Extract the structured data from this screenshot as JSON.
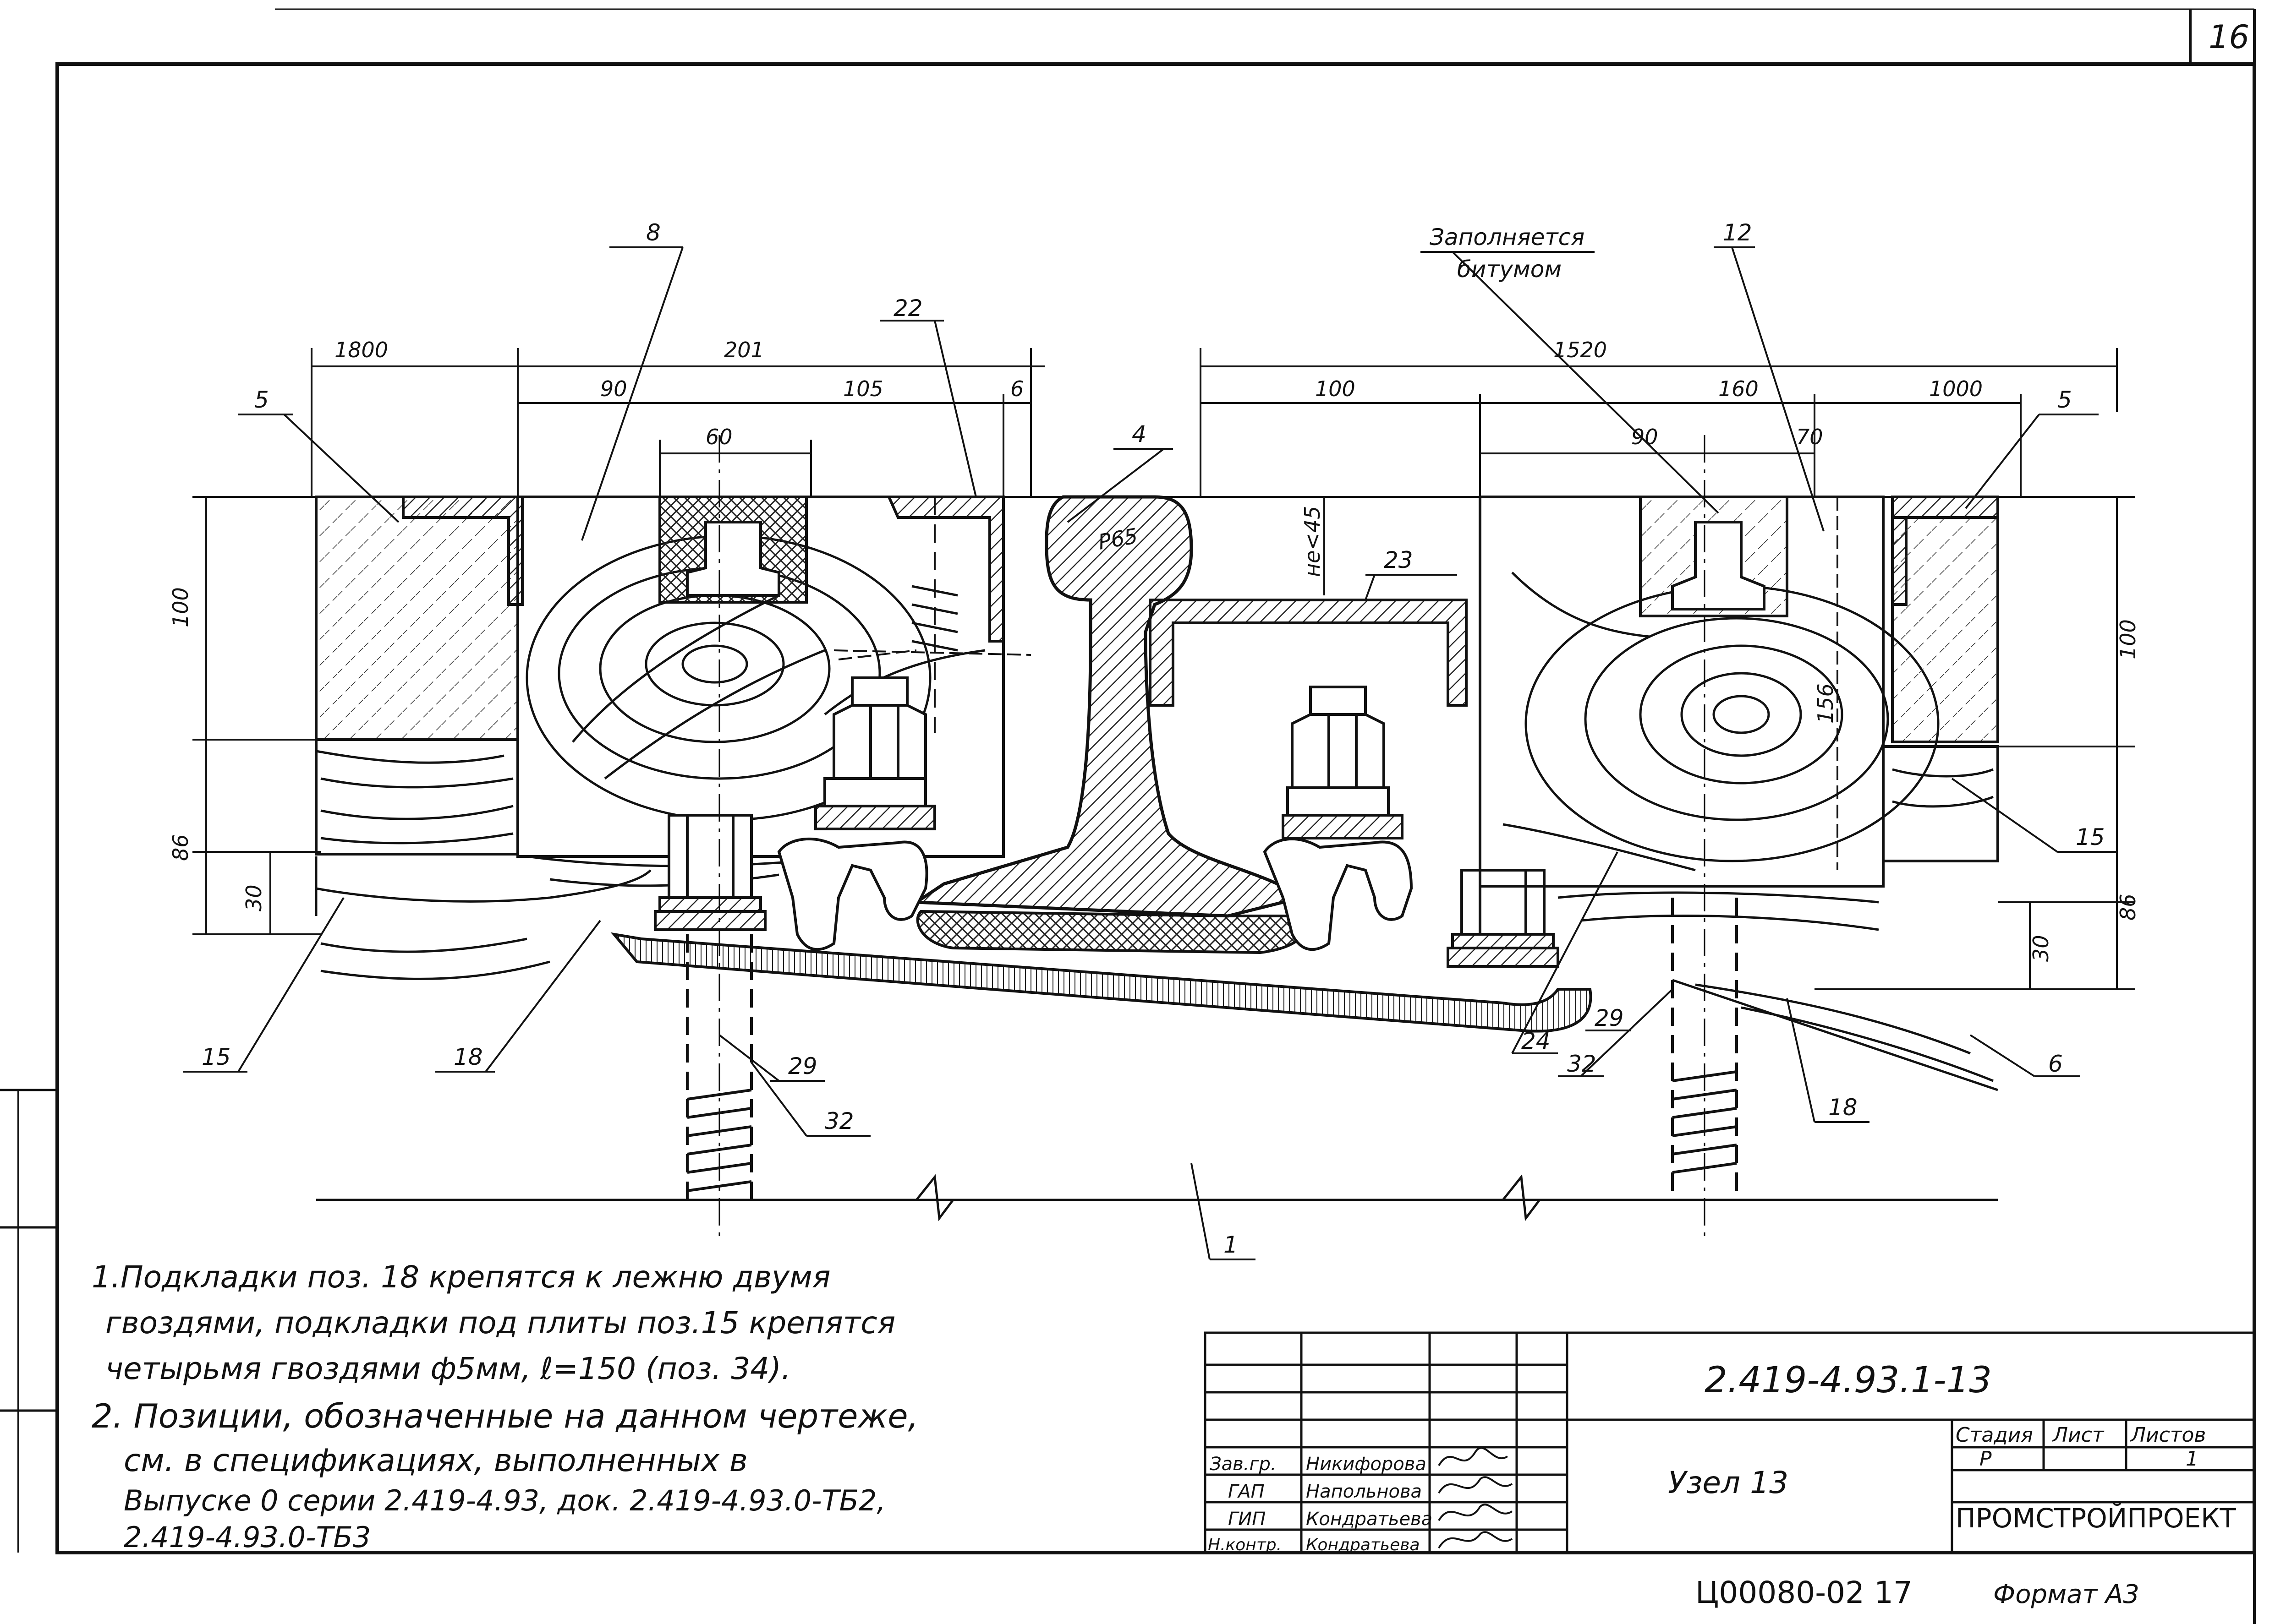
{
  "sheet": {
    "corner_number": "16",
    "designation": "2.419-4.93.1-13",
    "title": "Узел 13",
    "organization": "ПРОМСТРОЙПРОЕКТ",
    "format": "Формат А3",
    "archive_number": "Ц00080-02",
    "archive_sheet": "17"
  },
  "title_block": {
    "stage_header": "Стадия",
    "sheet_header": "Лист",
    "sheets_header": "Листов",
    "stage": "Р",
    "sheet": "",
    "sheets": "1",
    "people": [
      {
        "role": "Зав.гр.",
        "name": "Никифорова"
      },
      {
        "role": "ГАП",
        "name": "Напольнова"
      },
      {
        "role": "ГИП",
        "name": "Кондратьева"
      },
      {
        "role": "Н.контр.",
        "name": "Кондратьева"
      }
    ]
  },
  "dimensions": {
    "d1800": "1800",
    "d201": "201",
    "d90a": "90",
    "d105": "105",
    "d6": "6",
    "d60": "60",
    "d1520": "1520",
    "d100a": "100",
    "d160": "160",
    "d1000": "1000",
    "d90b": "90",
    "d70": "70",
    "d100left": "100",
    "d86left": "86",
    "d30left": "30",
    "d100right": "100",
    "d86right": "86",
    "d30right": "30",
    "d156": "156",
    "he45": "не<45",
    "rail": "Р65"
  },
  "callouts": {
    "c8": "8",
    "c22": "22",
    "c5a": "5",
    "c4": "4",
    "c23": "23",
    "c12": "12",
    "c5b": "5",
    "c15a": "15",
    "c18a": "18",
    "c29a": "29",
    "c32a": "32",
    "c1": "1",
    "c24": "24",
    "c32b": "32",
    "c29b": "29",
    "c18b": "18",
    "c6": "6",
    "c15b": "15",
    "fill_note_1": "Заполняется",
    "fill_note_2": "битумом"
  },
  "notes": [
    "1.Подкладки поз. 18 крепятся к лежню двумя",
    "гвоздями, подкладки под плиты поз.15 крепятся",
    "четырьмя гвоздями ф5мм, ℓ=150 (поз. 34).",
    "2. Позиции, обозначенные на данном чертеже,",
    "см. в спецификациях, выполненных в",
    "Выпуске 0 серии 2.419-4.93, док. 2.419-4.93.0-ТБ2,",
    "2.419-4.93.0-ТБ3"
  ]
}
